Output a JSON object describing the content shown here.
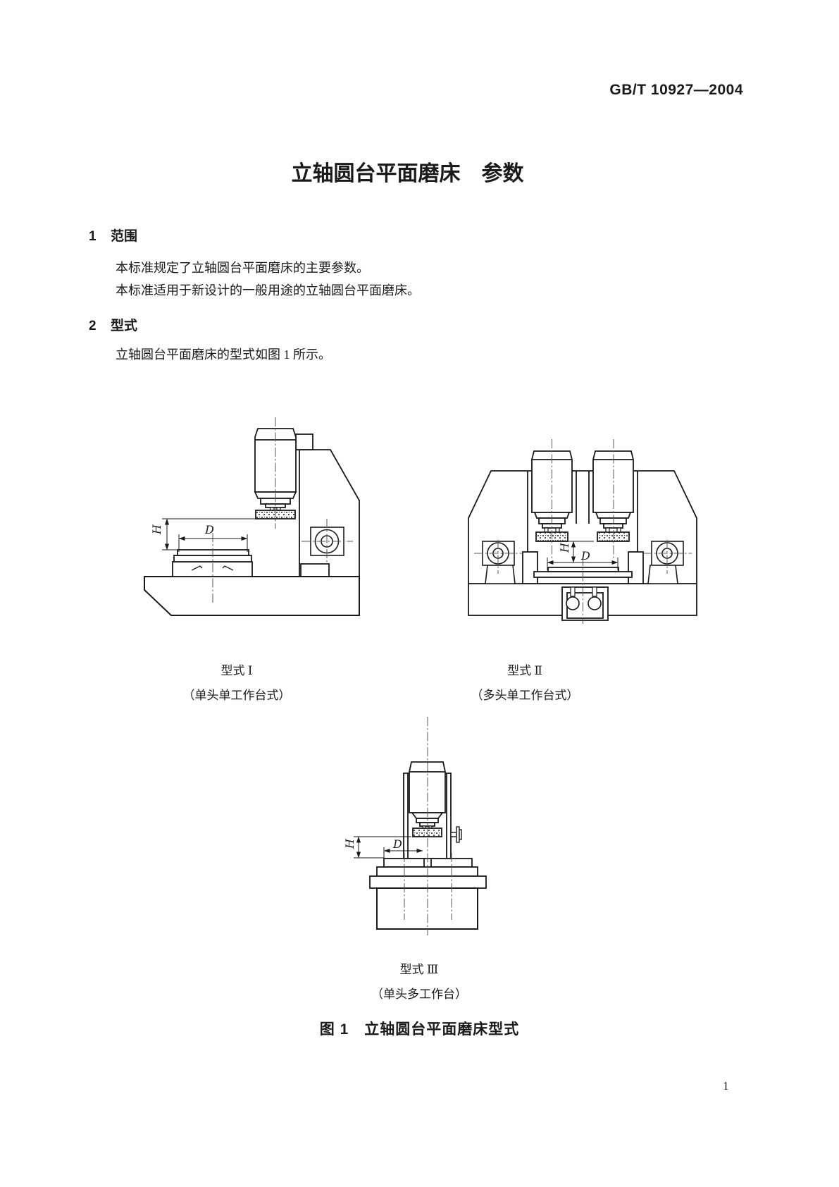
{
  "header": {
    "standard_number": "GB/T 10927—2004"
  },
  "title": "立轴圆台平面磨床　参数",
  "sections": [
    {
      "number": "1",
      "heading": "范围",
      "paragraphs": [
        "本标准规定了立轴圆台平面磨床的主要参数。",
        "本标准适用于新设计的一般用途的立轴圆台平面磨床。"
      ]
    },
    {
      "number": "2",
      "heading": "型式",
      "paragraphs": [
        "立轴圆台平面磨床的型式如图 1 所示。"
      ]
    }
  ],
  "figure": {
    "number_caption": "图 1　立轴圆台平面磨床型式",
    "types": [
      {
        "name": "型式 Ⅰ",
        "subtitle": "（单头单工作台式）"
      },
      {
        "name": "型式 Ⅱ",
        "subtitle": "（多头单工作台式）"
      },
      {
        "name": "型式 Ⅲ",
        "subtitle": "（单头多工作台）"
      }
    ],
    "dimension_labels": {
      "diameter": "D",
      "height": "H"
    }
  },
  "page_number": "1",
  "ink_color": "#1a1a1a"
}
